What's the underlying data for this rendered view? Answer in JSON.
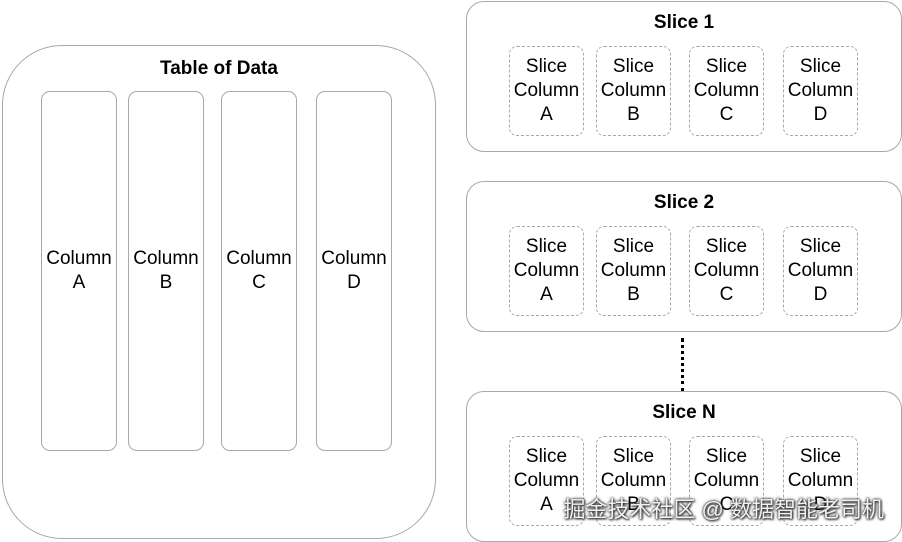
{
  "table": {
    "title": "Table of Data",
    "columns": [
      {
        "line1": "Column",
        "line2": "A"
      },
      {
        "line1": "Column",
        "line2": "B"
      },
      {
        "line1": "Column",
        "line2": "C"
      },
      {
        "line1": "Column",
        "line2": "D"
      }
    ]
  },
  "slices": [
    {
      "title": "Slice 1",
      "columns": [
        {
          "line1": "Slice",
          "line2": "Column",
          "line3": "A"
        },
        {
          "line1": "Slice",
          "line2": "Column",
          "line3": "B"
        },
        {
          "line1": "Slice",
          "line2": "Column",
          "line3": "C"
        },
        {
          "line1": "Slice",
          "line2": "Column",
          "line3": "D"
        }
      ]
    },
    {
      "title": "Slice 2",
      "columns": [
        {
          "line1": "Slice",
          "line2": "Column",
          "line3": "A"
        },
        {
          "line1": "Slice",
          "line2": "Column",
          "line3": "B"
        },
        {
          "line1": "Slice",
          "line2": "Column",
          "line3": "C"
        },
        {
          "line1": "Slice",
          "line2": "Column",
          "line3": "D"
        }
      ]
    },
    {
      "title": "Slice N",
      "columns": [
        {
          "line1": "Slice",
          "line2": "Column",
          "line3": "A"
        },
        {
          "line1": "Slice",
          "line2": "Column",
          "line3": "B"
        },
        {
          "line1": "Slice",
          "line2": "Column",
          "line3": "C"
        },
        {
          "line1": "Slice",
          "line2": "Column",
          "line3": "D"
        }
      ]
    }
  ],
  "watermark": "掘金技术社区 @ 数据智能老司机"
}
